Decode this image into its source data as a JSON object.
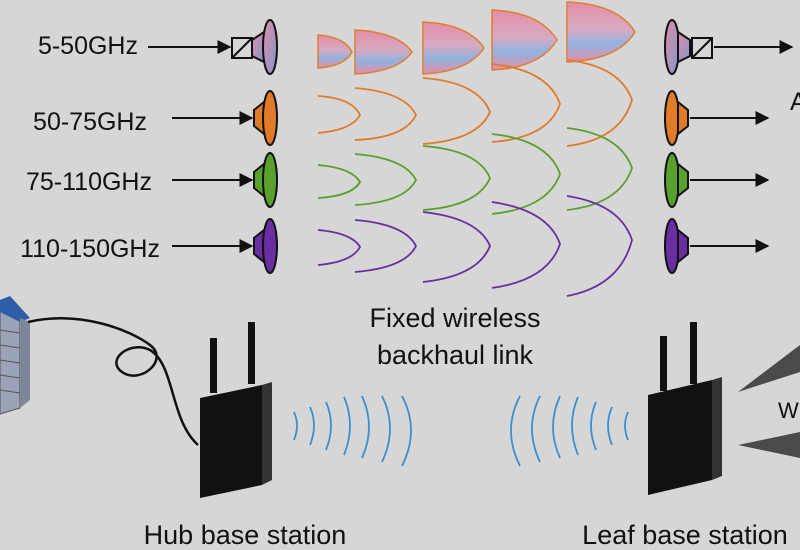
{
  "bands": [
    {
      "label": "5-50GHz",
      "color": "#7f9ad0",
      "accent": "#e08aa0"
    },
    {
      "label": "50-75GHz",
      "color": "#e07b28"
    },
    {
      "label": "75-110GHz",
      "color": "#5aa02c"
    },
    {
      "label": "110-150GHz",
      "color": "#6a2ea0"
    }
  ],
  "link_caption": {
    "line1": "Fixed wireless",
    "line2": "backhaul link"
  },
  "stations": {
    "hub": "Hub base station",
    "leaf": "Leaf base station"
  },
  "edge_text": {
    "right_top": "A",
    "right_mid": "W"
  },
  "colors": {
    "background": "#d6d6d6",
    "wave": "#3a8fd0",
    "station": "#111111"
  }
}
